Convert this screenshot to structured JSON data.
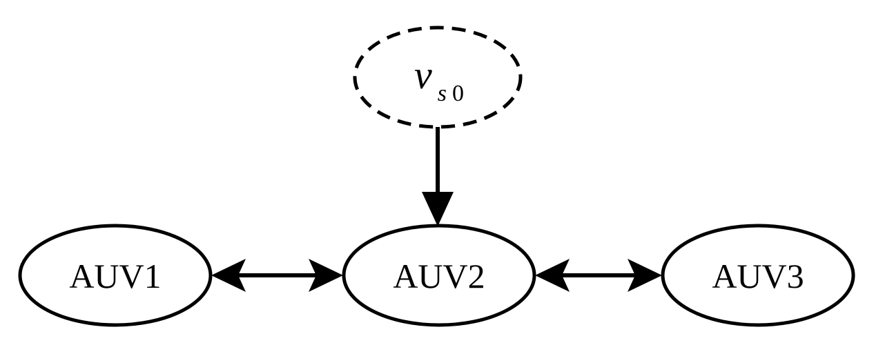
{
  "diagram": {
    "leader": {
      "symbol": "v",
      "subscript": "s",
      "subscript_digit": "0",
      "border_style": "dashed"
    },
    "nodes": [
      {
        "id": "auv1",
        "label": "AUV1"
      },
      {
        "id": "auv2",
        "label": "AUV2"
      },
      {
        "id": "auv3",
        "label": "AUV3"
      }
    ],
    "edges": [
      {
        "from": "leader",
        "to": "auv2",
        "direction": "one-way"
      },
      {
        "from": "auv1",
        "to": "auv2",
        "direction": "two-way"
      },
      {
        "from": "auv2",
        "to": "auv3",
        "direction": "two-way"
      }
    ],
    "colors": {
      "stroke": "#000000",
      "background": "#ffffff"
    }
  }
}
